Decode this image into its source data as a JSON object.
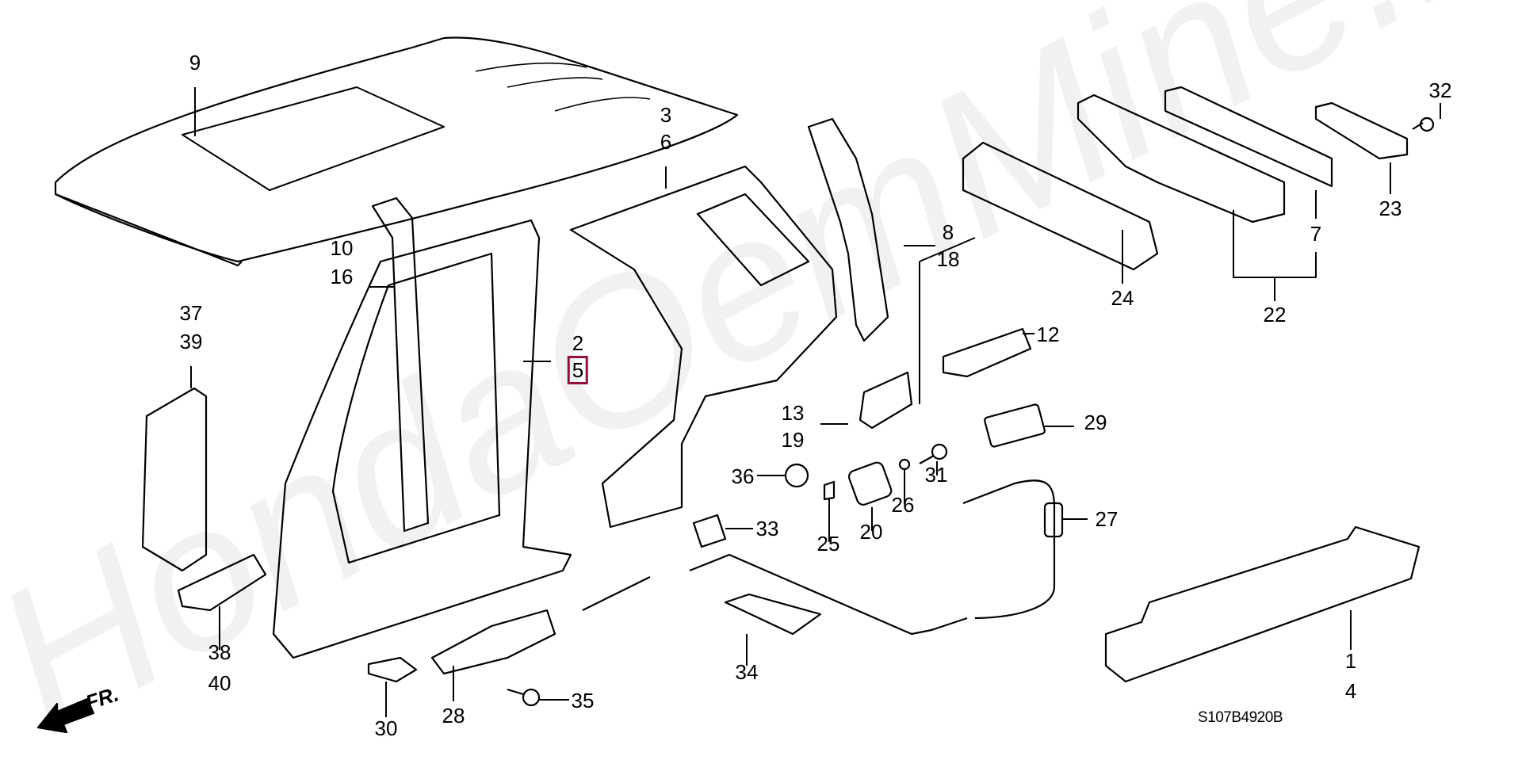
{
  "diagram": {
    "title": "Outer panel / roof panel / rear floor parts diagram",
    "code": "S107B4920B",
    "direction_marker": "FR.",
    "watermark": "HondaOemMine.ru",
    "highlight_color": "#8e1238",
    "highlighted_part": "5",
    "callouts": [
      {
        "id": "c9",
        "labels": [
          "9"
        ]
      },
      {
        "id": "c3",
        "labels": [
          "3",
          "6"
        ]
      },
      {
        "id": "c10",
        "labels": [
          "10",
          "16"
        ]
      },
      {
        "id": "c37",
        "labels": [
          "37",
          "39"
        ]
      },
      {
        "id": "c2",
        "labels": [
          "2",
          "5"
        ]
      },
      {
        "id": "c8",
        "labels": [
          "8",
          "18"
        ]
      },
      {
        "id": "c12",
        "labels": [
          "12"
        ]
      },
      {
        "id": "c13",
        "labels": [
          "13",
          "19"
        ]
      },
      {
        "id": "c29",
        "labels": [
          "29"
        ]
      },
      {
        "id": "c36",
        "labels": [
          "36"
        ]
      },
      {
        "id": "c31",
        "labels": [
          "31"
        ]
      },
      {
        "id": "c26",
        "labels": [
          "26"
        ]
      },
      {
        "id": "c20",
        "labels": [
          "20"
        ]
      },
      {
        "id": "c25",
        "labels": [
          "25"
        ]
      },
      {
        "id": "c33",
        "labels": [
          "33"
        ]
      },
      {
        "id": "c27",
        "labels": [
          "27"
        ]
      },
      {
        "id": "c34",
        "labels": [
          "34"
        ]
      },
      {
        "id": "c38",
        "labels": [
          "38",
          "40"
        ]
      },
      {
        "id": "c30",
        "labels": [
          "30"
        ]
      },
      {
        "id": "c28",
        "labels": [
          "28"
        ]
      },
      {
        "id": "c35",
        "labels": [
          "35"
        ]
      },
      {
        "id": "c1",
        "labels": [
          "1",
          "4"
        ]
      },
      {
        "id": "c24",
        "labels": [
          "24"
        ]
      },
      {
        "id": "c22",
        "labels": [
          "22"
        ]
      },
      {
        "id": "c7",
        "labels": [
          "7"
        ]
      },
      {
        "id": "c23",
        "labels": [
          "23"
        ]
      },
      {
        "id": "c32",
        "labels": [
          "32"
        ]
      }
    ]
  }
}
